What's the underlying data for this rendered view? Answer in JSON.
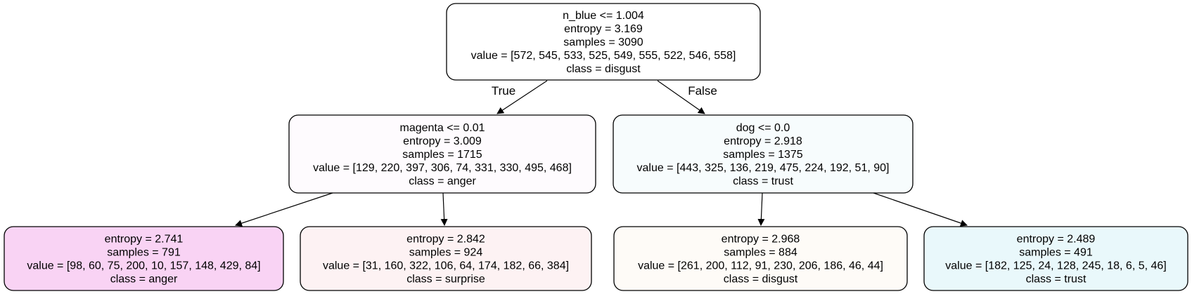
{
  "nodes": [
    {
      "lines": [
        "n_blue <= 1.004",
        "entropy = 3.169",
        "samples = 3090",
        "value = [572, 545, 533, 525, 549, 555, 522, 546, 558]",
        "class = disgust"
      ],
      "fill": "#ffffff"
    },
    {
      "lines": [
        "magenta <= 0.01",
        "entropy = 3.009",
        "samples = 1715",
        "value = [129, 220, 397, 306, 74, 331, 330, 495, 468]",
        "class = anger"
      ],
      "fill": "#fefbfe"
    },
    {
      "lines": [
        "dog <= 0.0",
        "entropy = 2.918",
        "samples = 1375",
        "value = [443, 325, 136, 219, 475, 224, 192, 51, 90]",
        "class = trust"
      ],
      "fill": "#f7fcfd"
    },
    {
      "lines": [
        "entropy = 2.741",
        "samples = 791",
        "value = [98, 60, 75, 200, 10, 157, 148, 429, 84]",
        "class = anger"
      ],
      "fill": "#f9d3f4"
    },
    {
      "lines": [
        "entropy = 2.842",
        "samples = 924",
        "value = [31, 160, 322, 106, 64, 174, 182, 66, 384]",
        "class = surprise"
      ],
      "fill": "#fdf2f3"
    },
    {
      "lines": [
        "entropy = 2.968",
        "samples = 884",
        "value = [261, 200, 112, 91, 230, 206, 186, 46, 44]",
        "class = disgust"
      ],
      "fill": "#fefbf7"
    },
    {
      "lines": [
        "entropy = 2.489",
        "samples = 491",
        "value = [182, 125, 24, 128, 245, 18, 6, 5, 46]",
        "class = trust"
      ],
      "fill": "#e9f8fb"
    }
  ],
  "edges": [
    {
      "from": 0,
      "to": 1,
      "label": "True"
    },
    {
      "from": 0,
      "to": 2,
      "label": "False"
    },
    {
      "from": 1,
      "to": 3,
      "label": ""
    },
    {
      "from": 1,
      "to": 4,
      "label": ""
    },
    {
      "from": 2,
      "to": 5,
      "label": ""
    },
    {
      "from": 2,
      "to": 6,
      "label": ""
    }
  ]
}
